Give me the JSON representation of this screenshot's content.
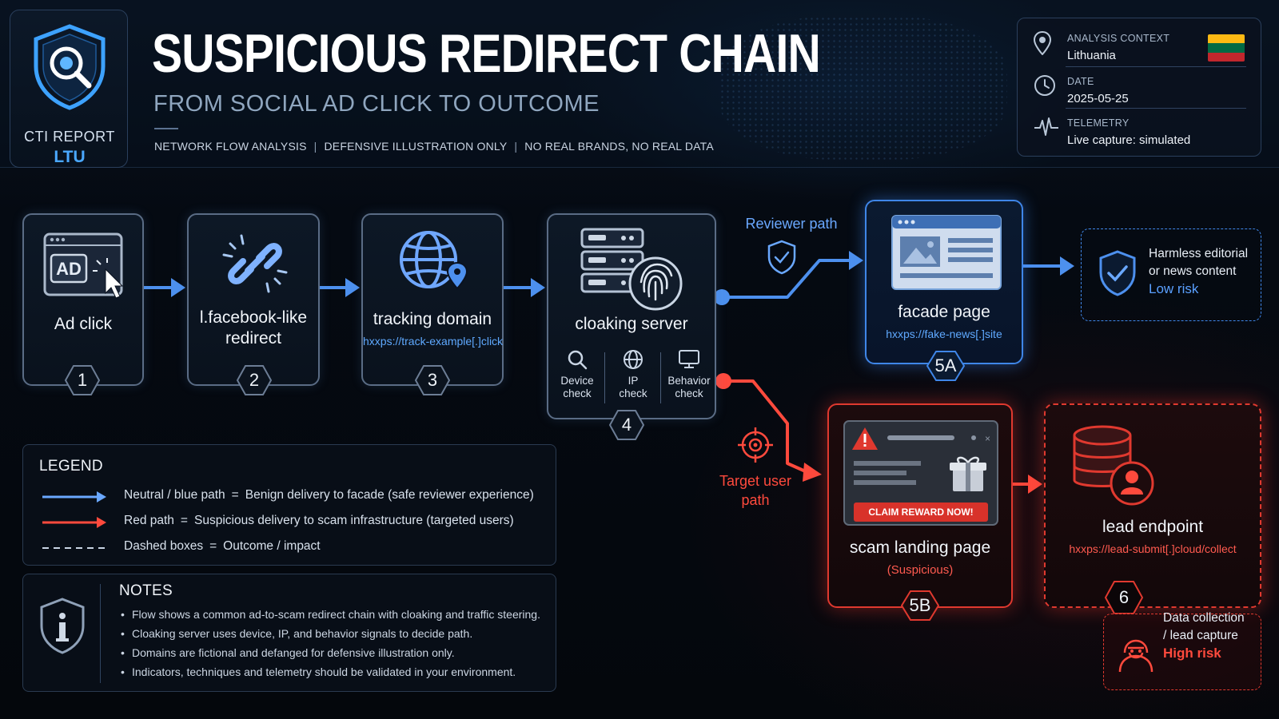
{
  "header": {
    "logo_line1": "CTI REPORT",
    "logo_line2": "LTU",
    "title": "SUSPICIOUS REDIRECT CHAIN",
    "subtitle": "FROM SOCIAL AD CLICK TO OUTCOME",
    "tags": [
      "NETWORK FLOW ANALYSIS",
      "DEFENSIVE ILLUSTRATION ONLY",
      "NO REAL BRANDS, NO REAL DATA"
    ],
    "tag_separator": "|"
  },
  "context": {
    "analysis_label": "ANALYSIS CONTEXT",
    "analysis_value": "Lithuania",
    "date_label": "DATE",
    "date_value": "2025-05-25",
    "telemetry_label": "TELEMETRY",
    "telemetry_value": "Live capture: simulated",
    "flag_colors": [
      "#fdb913",
      "#006a44",
      "#c1272d"
    ]
  },
  "nodes": {
    "n1": {
      "label": "Ad click",
      "badge": "1",
      "icon": "ad-screen-icon",
      "icon_text": "AD"
    },
    "n2": {
      "label_line1": "l.facebook-like",
      "label_line2": "redirect",
      "badge": "2",
      "icon": "link-icon"
    },
    "n3": {
      "label": "tracking domain",
      "url": "hxxps://track-example[.]click",
      "badge": "3",
      "icon": "globe-pin-icon"
    },
    "n4": {
      "label": "cloaking server",
      "badge": "4",
      "icon": "server-fingerprint-icon",
      "checks": [
        {
          "line1": "Device",
          "line2": "check"
        },
        {
          "line1": "IP",
          "line2": "check"
        },
        {
          "line1": "Behavior",
          "line2": "check"
        }
      ]
    },
    "n5a": {
      "label": "facade page",
      "url": "hxxps://fake-news[.]site",
      "badge": "5A",
      "icon": "browser-page-icon"
    },
    "n5b": {
      "label": "scam landing page",
      "note": "(Suspicious)",
      "badge": "5B",
      "icon": "scam-browser-icon",
      "cta": "CLAIM REWARD NOW!"
    },
    "n6": {
      "label": "lead endpoint",
      "url": "hxxps://lead-submit[.]cloud/collect",
      "badge": "6",
      "icon": "database-user-icon"
    }
  },
  "paths": {
    "reviewer": "Reviewer path",
    "target_line1": "Target user",
    "target_line2": "path"
  },
  "outcomes": {
    "benign_line1": "Harmless editorial",
    "benign_line2": "or news content",
    "benign_risk": "Low risk",
    "malicious_line1": "Data collection",
    "malicious_line2": "/ lead capture",
    "malicious_risk": "High risk"
  },
  "legend": {
    "title": "LEGEND",
    "rows": [
      {
        "key": "Neutral / blue path",
        "eq": "=",
        "desc": "Benign delivery to facade (safe reviewer experience)"
      },
      {
        "key": "Red path",
        "eq": "=",
        "desc": "Suspicious delivery to scam infrastructure (targeted users)"
      },
      {
        "key": "Dashed boxes",
        "eq": "=",
        "desc": "Outcome / impact"
      }
    ]
  },
  "notes": {
    "title": "NOTES",
    "items": [
      "Flow shows a common ad-to-scam redirect chain with cloaking and traffic steering.",
      "Cloaking server uses device, IP, and behavior signals to decide path.",
      "Domains are fictional and defanged for defensive illustration only.",
      "Indicators, techniques and telemetry should be validated in your environment."
    ]
  },
  "colors": {
    "blue": "#3f86e8",
    "red": "#e0392f",
    "accent": "#4aa8ff"
  }
}
